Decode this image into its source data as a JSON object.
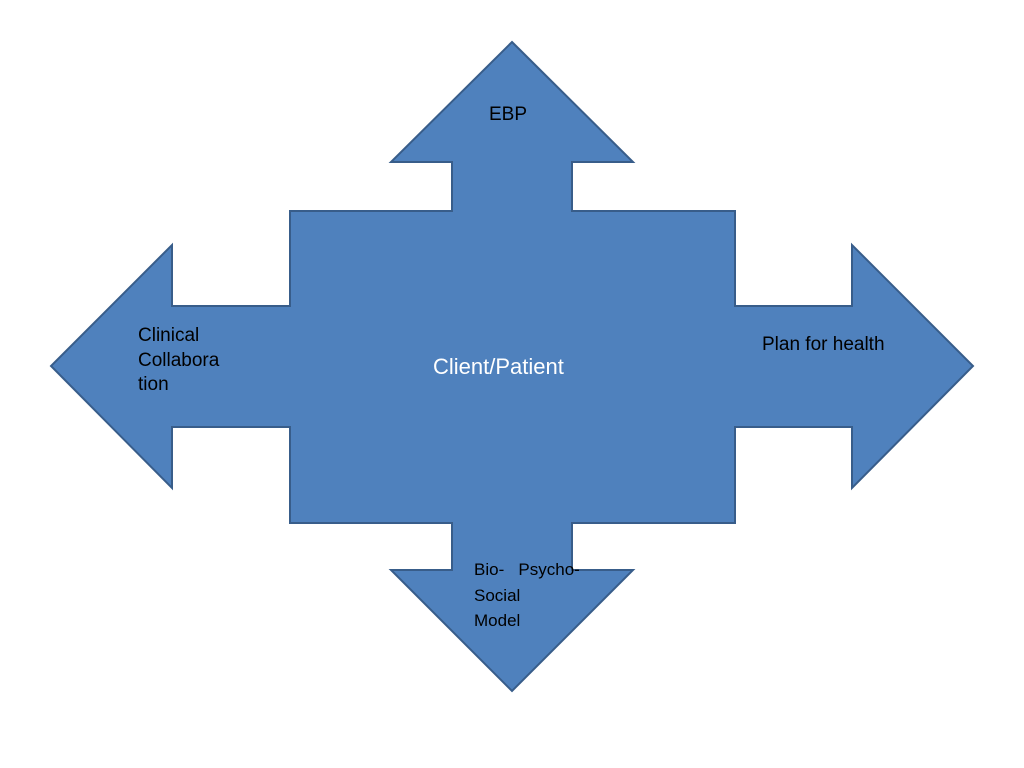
{
  "diagram": {
    "fill_color": "#4f81bd",
    "stroke_color": "#385d8a",
    "center": {
      "label": "Client/Patient"
    },
    "arrows": {
      "top": {
        "label": "EBP"
      },
      "right": {
        "label": "Plan for health"
      },
      "left": {
        "lines": [
          "Clinical",
          "Collabora",
          "tion"
        ]
      },
      "bottom": {
        "lines": [
          "Bio-   Psycho-",
          "Social",
          "Model"
        ]
      }
    }
  }
}
